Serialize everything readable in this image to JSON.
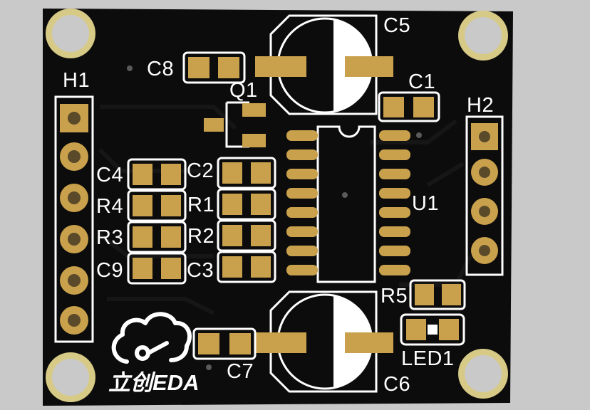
{
  "board": {
    "silkscreen_labels": {
      "h1": "H1",
      "h2": "H2",
      "c1": "C1",
      "c2": "C2",
      "c3": "C3",
      "c4": "C4",
      "c5": "C5",
      "c6": "C6",
      "c7": "C7",
      "c8": "C8",
      "c9": "C9",
      "r1": "R1",
      "r2": "R2",
      "r3": "R3",
      "r4": "R4",
      "r5": "R5",
      "q1": "Q1",
      "u1": "U1",
      "led1": "LED1"
    },
    "logo": {
      "text": "立创EDA",
      "icon": "cloud-logo-icon"
    },
    "colors": {
      "background": "#c9c9c9",
      "board": "#0c0c0c",
      "silkscreen": "#ffffff",
      "pad": "#c9a14c",
      "mounting_ring": "#d7ca86",
      "via": "#5a5a5a"
    }
  }
}
